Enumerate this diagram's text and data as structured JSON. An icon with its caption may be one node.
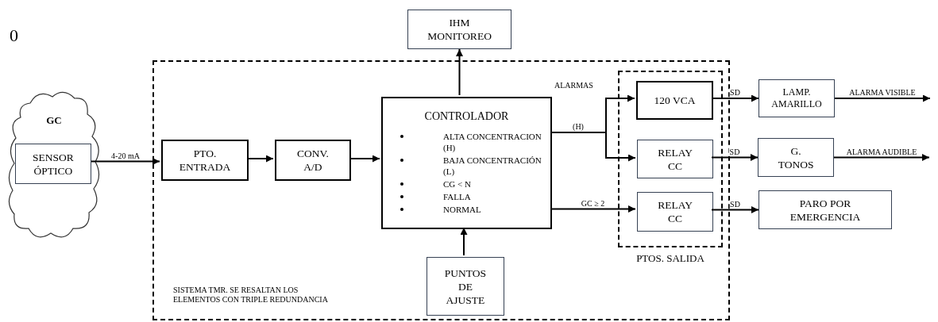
{
  "diagram": {
    "nodes": [
      {
        "text": [
          "SISTEMA TMR. SE RESALTAN LOS ELEMENTOS CON TRIPLE REDUNDANCIA"
        ]
      },
      {
        "text": [
          "GC"
        ]
      },
      {
        "text": [
          "SENSOR ÓPTICO"
        ],
        "in": 1
      },
      {
        "text": [
          "PTO. ENTRADA"
        ],
        "in": 0
      },
      {
        "text": [
          "CONV. A/D"
        ],
        "in": 0
      },
      {
        "text": [
          "CONTROLADOR",
          "ALTA CONCENTRACION (H)",
          "BAJA CONCENTRACIÓN (L)",
          "CG < N",
          "FALLA",
          "NORMAL"
        ],
        "in": 0
      },
      {
        "text": [
          "IHM MONITOREO"
        ]
      },
      {
        "text": [
          "PUNTOS DE AJUSTE"
        ],
        "in": 0
      },
      {
        "text": [
          "PTOS. SALIDA"
        ],
        "in": 0
      },
      {
        "text": [
          "120 VCA"
        ],
        "in": 8
      },
      {
        "text": [
          "RELAY CC"
        ],
        "in": 8
      },
      {
        "text": [
          "RELAY CC"
        ],
        "in": 8
      },
      {
        "text": [
          "LAMP. AMARILLO"
        ]
      },
      {
        "text": [
          "G. TONOS"
        ]
      },
      {
        "text": [
          "PARO POR EMERGENCIA"
        ]
      }
    ],
    "edges": [
      {
        "from": 2,
        "to": 3,
        "arrow": "to",
        "label": "4-20 mA"
      },
      {
        "from": 3,
        "to": 4,
        "arrow": "to"
      },
      {
        "from": 4,
        "to": 5,
        "arrow": "to"
      },
      {
        "from": 5,
        "to": 6,
        "arrow": "to"
      },
      {
        "from": 7,
        "to": 5,
        "arrow": "to"
      },
      {
        "from": 5,
        "to": 9,
        "arrow": "to",
        "label": "(H)"
      },
      {
        "from": 5,
        "to": 10,
        "arrow": "to"
      },
      {
        "from": 5,
        "to": 11,
        "arrow": "to",
        "label": "GC ≥ 2"
      },
      {
        "from": 9,
        "to": 12,
        "arrow": "to",
        "label": "SD"
      },
      {
        "from": 10,
        "to": 13,
        "arrow": "to",
        "label": "SD"
      },
      {
        "from": 11,
        "to": 14,
        "arrow": "to",
        "label": "SD"
      },
      {
        "from": 12,
        "to": null,
        "arrow": "to",
        "label": "ALARMA VISIBLE"
      },
      {
        "from": 13,
        "to": null,
        "arrow": "to",
        "label": "ALARMA AUDIBLE"
      }
    ],
    "labels": [
      "0",
      "ALARMAS"
    ]
  }
}
